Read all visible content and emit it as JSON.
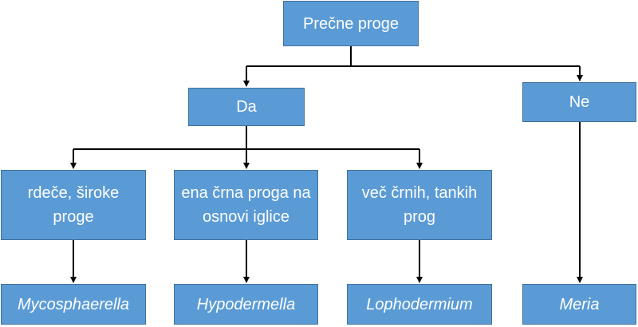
{
  "diagram": {
    "root": "Prečne proge",
    "branches": {
      "yes": "Da",
      "no": "Ne"
    },
    "characteristics": [
      "rdeče, široke proge",
      "ena črna proga na osnovi iglice",
      "več črnih, tankih prog"
    ],
    "results": {
      "red_wide": "Mycosphaerella",
      "one_black": "Hypodermella",
      "many_thin": "Lophodermium",
      "no": "Meria"
    },
    "colors": {
      "box_fill": "#5b9bd5",
      "box_border": "#41719c",
      "text": "#ffffff",
      "connector": "#000000"
    }
  }
}
